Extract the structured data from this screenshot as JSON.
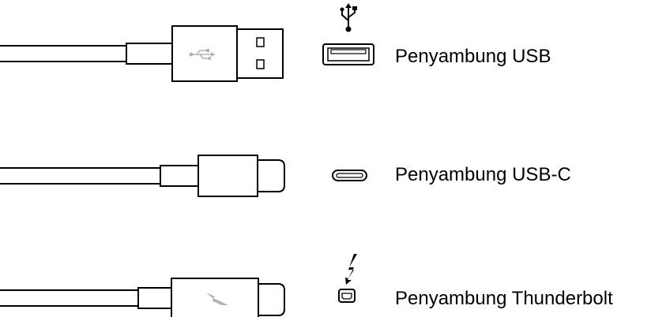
{
  "connectors": [
    {
      "id": "usb",
      "label": "Penyambung USB",
      "icon": "usb-trident-icon",
      "port": "usb-a-port-icon"
    },
    {
      "id": "usb_c",
      "label": "Penyambung USB-C",
      "icon": "",
      "port": "usb-c-port-icon"
    },
    {
      "id": "thunderbolt",
      "label": "Penyambung Thunderbolt",
      "icon": "thunderbolt-bolt-icon",
      "port": "thunderbolt-port-icon"
    }
  ],
  "colors": {
    "stroke": "#000000",
    "logo_gray": "#b3b3b3",
    "background": "#ffffff"
  }
}
